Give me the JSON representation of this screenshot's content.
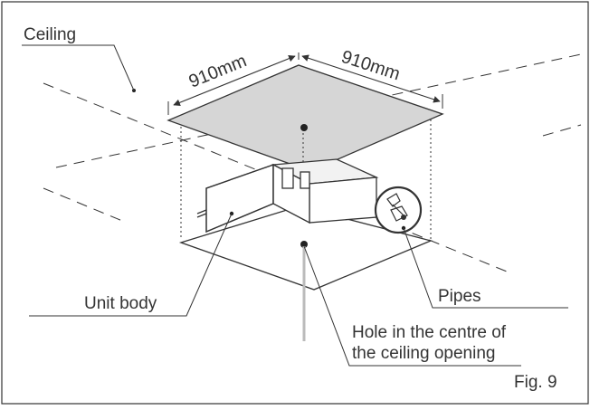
{
  "labels": {
    "ceiling": "Ceiling",
    "unit_body": "Unit body",
    "pipes": "Pipes",
    "hole_line1": "Hole in the centre of",
    "hole_line2": "the ceiling opening"
  },
  "dimensions": {
    "left": "910mm",
    "right": "910mm"
  },
  "figure_number": "Fig. 9",
  "colors": {
    "line": "#333333",
    "opening_fill": "#d6d6d6",
    "hole_line": "#bbbbbb"
  }
}
